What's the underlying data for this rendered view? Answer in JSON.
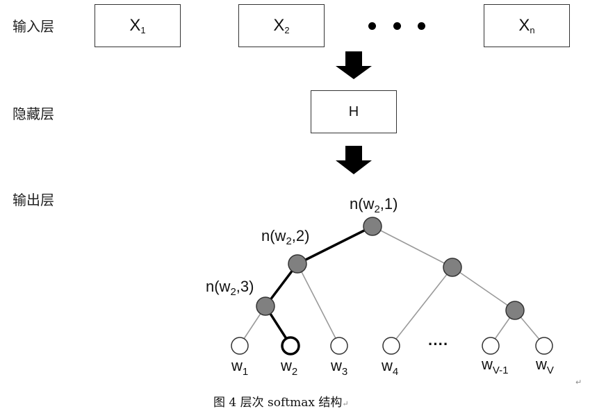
{
  "layers": {
    "input_label": "输入层",
    "hidden_label": "隐藏层",
    "output_label": "输出层"
  },
  "input_boxes": [
    {
      "main": "X",
      "sub": "1"
    },
    {
      "main": "X",
      "sub": "2"
    },
    {
      "main": "X",
      "sub": "n"
    }
  ],
  "hidden_box": {
    "label": "H"
  },
  "tree": {
    "node_labels": [
      {
        "base": "n(w",
        "sub": "2",
        "rest": ",1)"
      },
      {
        "base": "n(w",
        "sub": "2",
        "rest": ",2)"
      },
      {
        "base": "n(w",
        "sub": "2",
        "rest": ",3)"
      }
    ],
    "leaves": [
      {
        "base": "w",
        "sub": "1"
      },
      {
        "base": "w",
        "sub": "2"
      },
      {
        "base": "w",
        "sub": "3"
      },
      {
        "base": "w",
        "sub": "4"
      },
      {
        "base": "w",
        "sub": "V-1"
      },
      {
        "base": "w",
        "sub": "V"
      }
    ],
    "ellipsis": "····",
    "inner_color": "#808080",
    "path_color": "#000000",
    "edge_color": "#9a9a9a"
  },
  "caption": "图 4  层次 softmax 结构",
  "return_mark": "↵"
}
